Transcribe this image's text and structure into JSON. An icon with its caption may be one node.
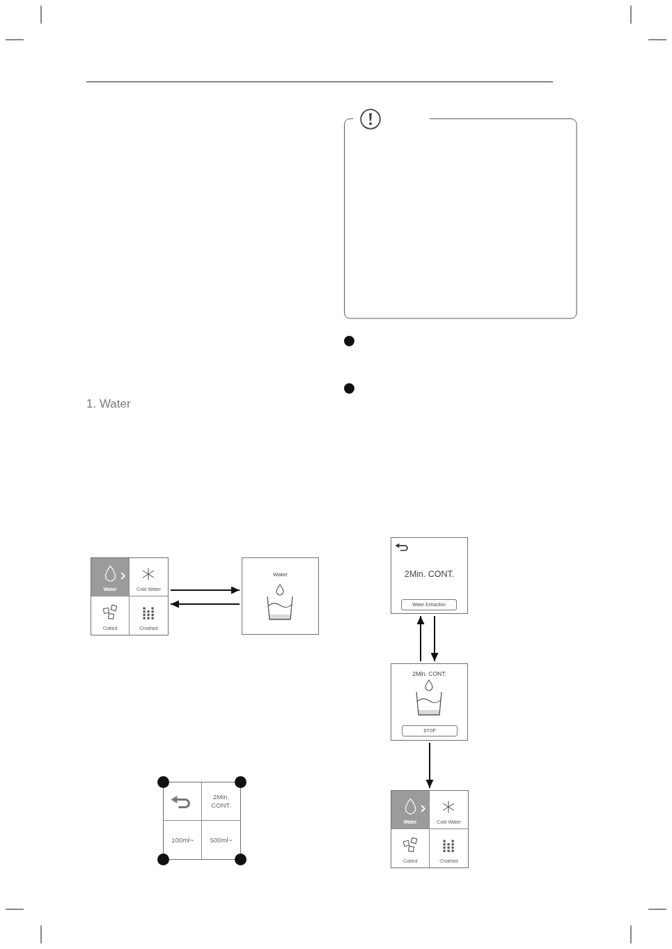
{
  "diagram": {
    "title": "1. Water",
    "nodes": [
      {
        "text": [],
        "shape": "box"
      },
      {
        "text": [
          "Water"
        ],
        "in": 0
      },
      {
        "text": [
          "Cold Water"
        ],
        "in": 0
      },
      {
        "text": [
          "Cubed"
        ],
        "in": 0
      },
      {
        "text": [
          "Crushed"
        ],
        "in": 0
      },
      {
        "text": [
          "Water"
        ]
      },
      {
        "text": [],
        "shape": "box"
      },
      {
        "text": [],
        "shape": "box",
        "in": 6
      },
      {
        "text": [
          "2Min. CONT."
        ],
        "in": 6
      },
      {
        "text": [
          "100ml~"
        ],
        "in": 6
      },
      {
        "text": [
          "500ml~"
        ],
        "in": 6
      },
      {
        "text": [
          "2Min. CONT."
        ]
      },
      {
        "text": [
          "Water Extraction"
        ],
        "in": 11
      },
      {
        "text": [
          "2Min. CONT."
        ]
      },
      {
        "text": [
          "STOP"
        ],
        "in": 13
      },
      {
        "text": [],
        "shape": "box"
      },
      {
        "text": [
          "Water"
        ],
        "in": 15
      },
      {
        "text": [
          "Cold Water"
        ],
        "in": 15
      },
      {
        "text": [
          "Cubed"
        ],
        "in": 15
      },
      {
        "text": [
          "Crushed"
        ],
        "in": 15
      }
    ],
    "edges": [
      {
        "from": 0,
        "to": 5,
        "arrow": "to"
      },
      {
        "from": 5,
        "to": 0,
        "arrow": "to"
      },
      {
        "from": 13,
        "to": 11,
        "arrow": "to"
      },
      {
        "from": 11,
        "to": 13,
        "arrow": "to"
      },
      {
        "from": 13,
        "to": 15,
        "arrow": "to"
      }
    ]
  }
}
